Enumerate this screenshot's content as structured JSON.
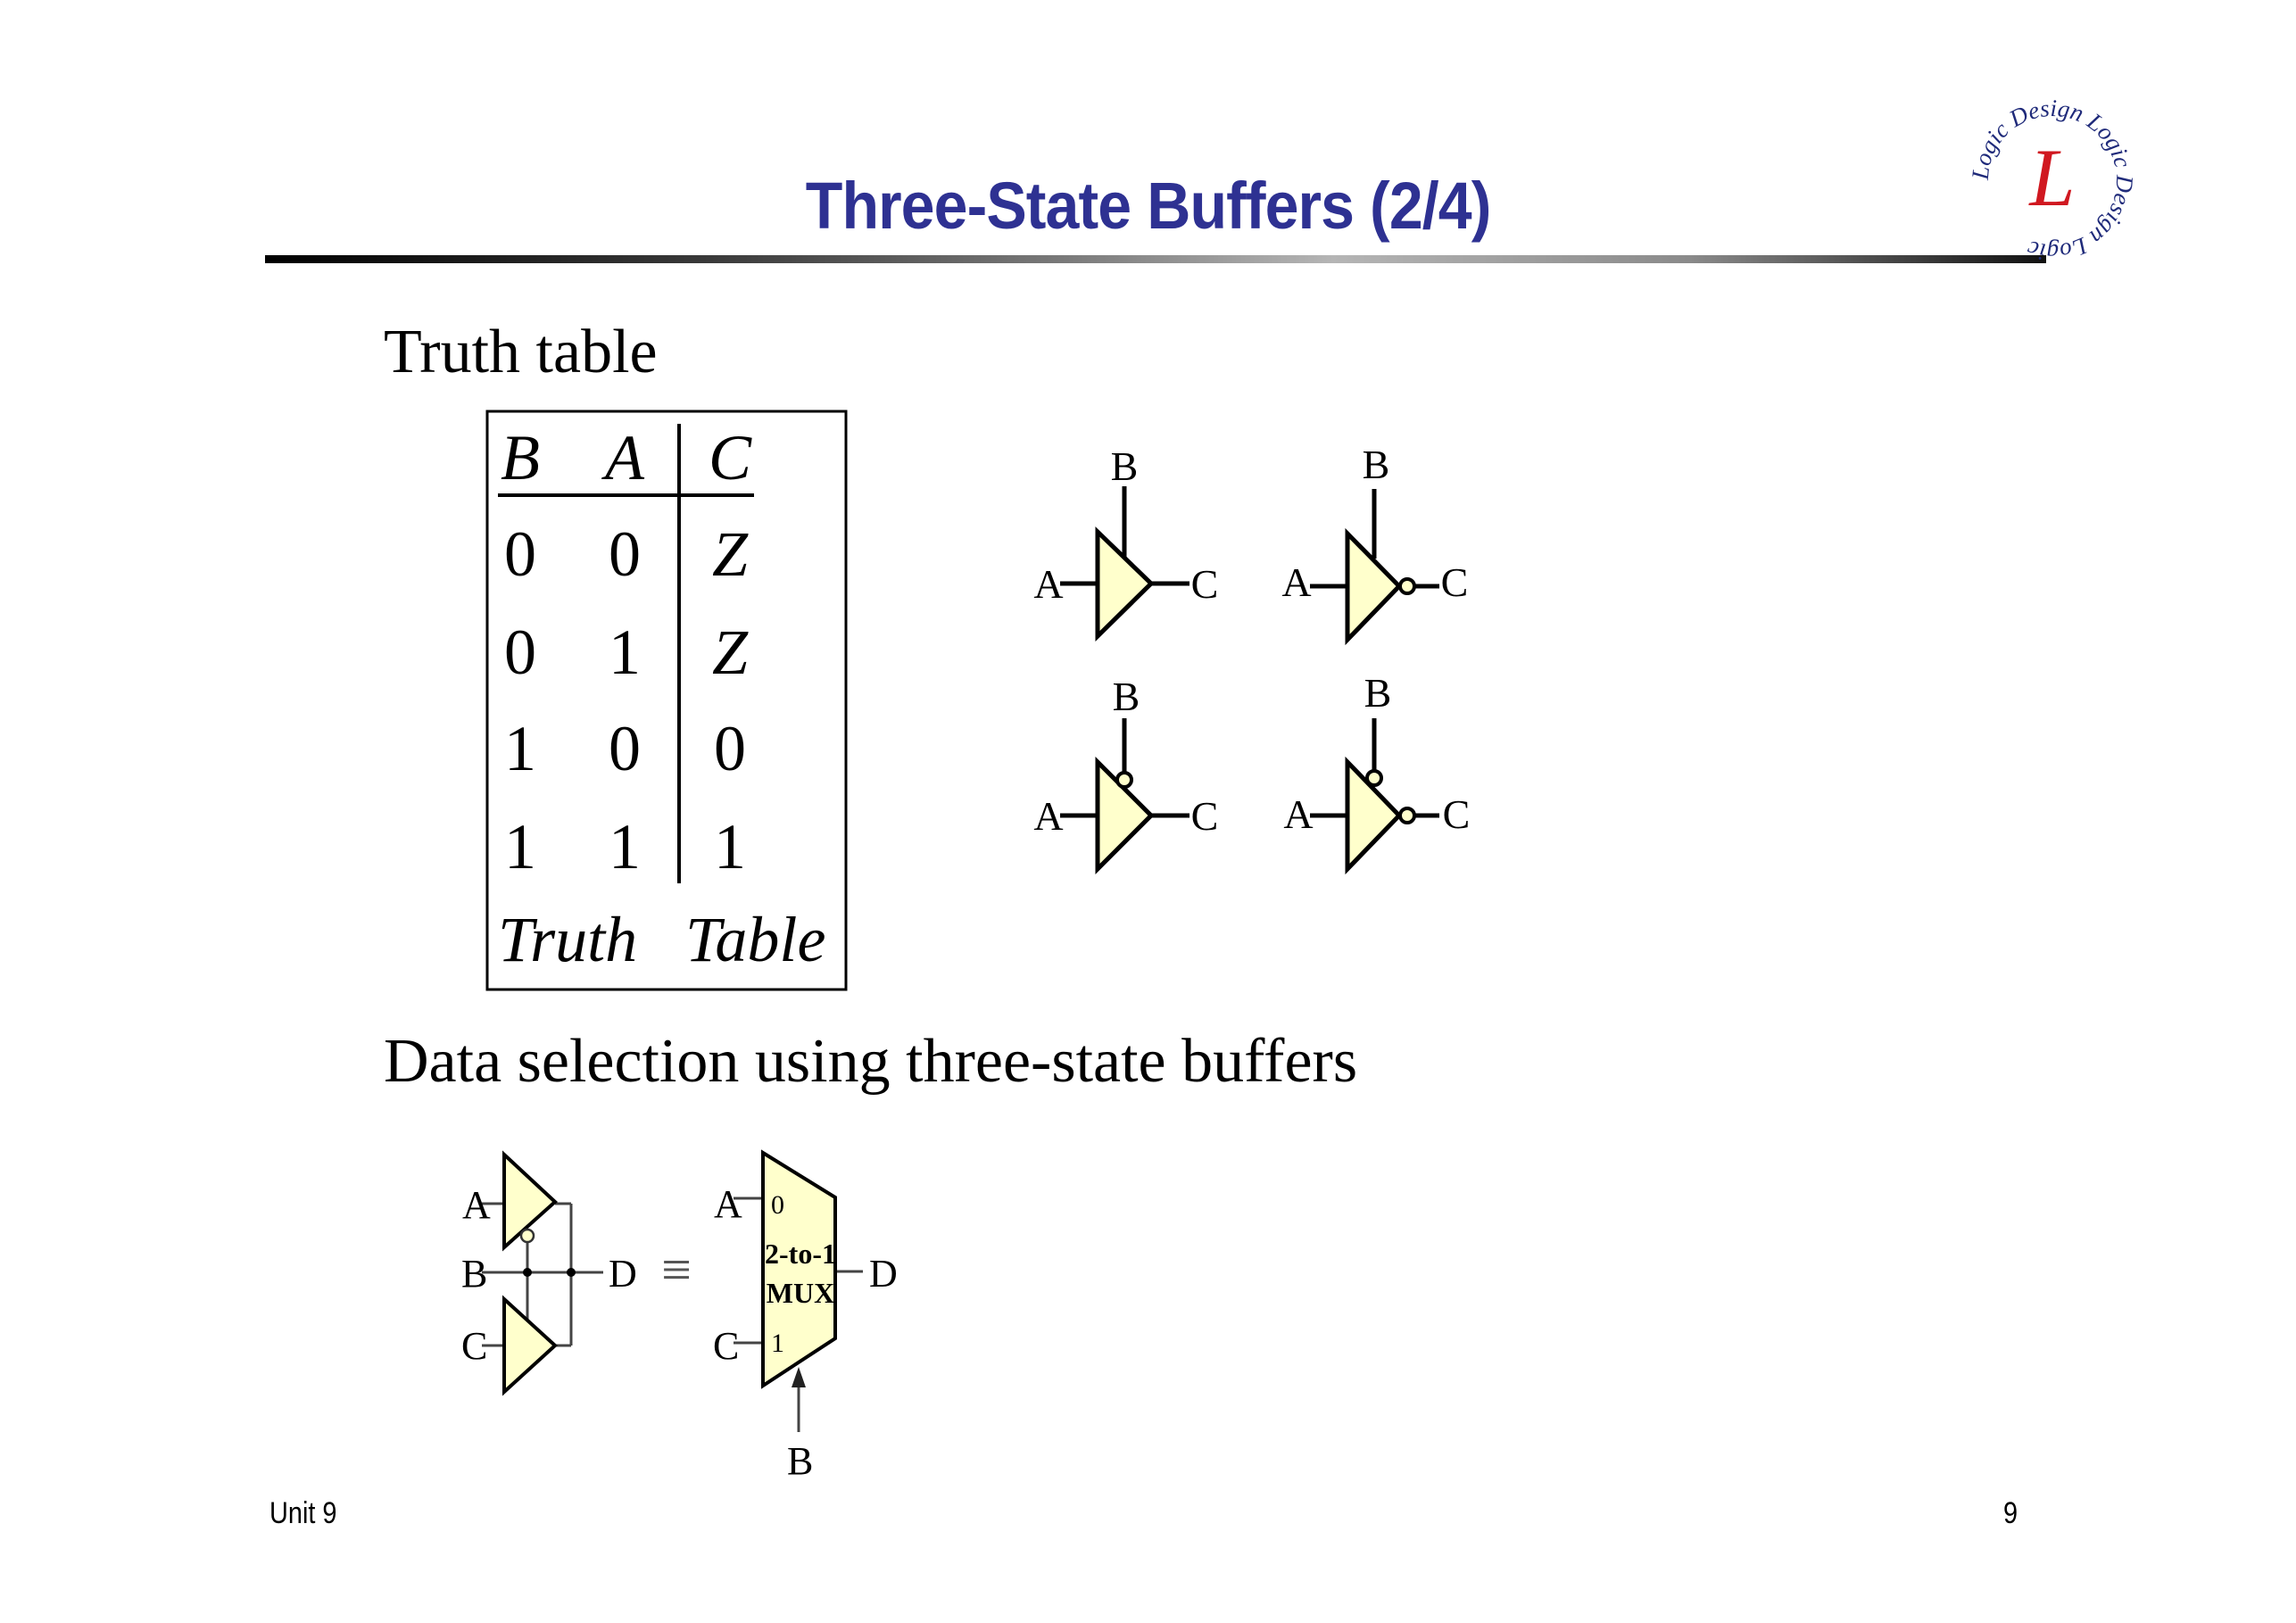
{
  "slide": {
    "title": "Three-State Buffers (2/4)",
    "logo_text": "Logic Design",
    "logo_letter": "L",
    "footer_left": "Unit 9",
    "page_number": "9"
  },
  "truth_table_section": {
    "heading": "Truth table",
    "columns": [
      "B",
      "A",
      "C"
    ],
    "rows": [
      [
        "0",
        "0",
        "Z"
      ],
      [
        "0",
        "1",
        "Z"
      ],
      [
        "1",
        "0",
        "0"
      ],
      [
        "1",
        "1",
        "1"
      ]
    ],
    "caption_left": "Truth",
    "caption_right": "Table"
  },
  "buffer_symbols": [
    {
      "enable_label": "B",
      "input_label": "A",
      "output_label": "C",
      "enable_inverted": false,
      "output_inverted": false
    },
    {
      "enable_label": "B",
      "input_label": "A",
      "output_label": "C",
      "enable_inverted": false,
      "output_inverted": true
    },
    {
      "enable_label": "B",
      "input_label": "A",
      "output_label": "C",
      "enable_inverted": true,
      "output_inverted": false
    },
    {
      "enable_label": "B",
      "input_label": "A",
      "output_label": "C",
      "enable_inverted": true,
      "output_inverted": true
    }
  ],
  "data_selection": {
    "heading": "Data selection using three-state buffers",
    "buffer_circuit": {
      "input_a": "A",
      "select": "B",
      "input_c": "C",
      "output": "D"
    },
    "equivalence_symbol": "≡",
    "mux": {
      "input_a": "A",
      "input_c": "C",
      "output": "D",
      "select": "B",
      "port0": "0",
      "port1": "1",
      "label_line1": "2-to-1",
      "label_line2": "MUX"
    }
  },
  "colors": {
    "title": "#2E3192",
    "gate_fill": "#FFFFCC",
    "logo_blue": "#1F2A7A",
    "logo_red": "#D01820"
  }
}
